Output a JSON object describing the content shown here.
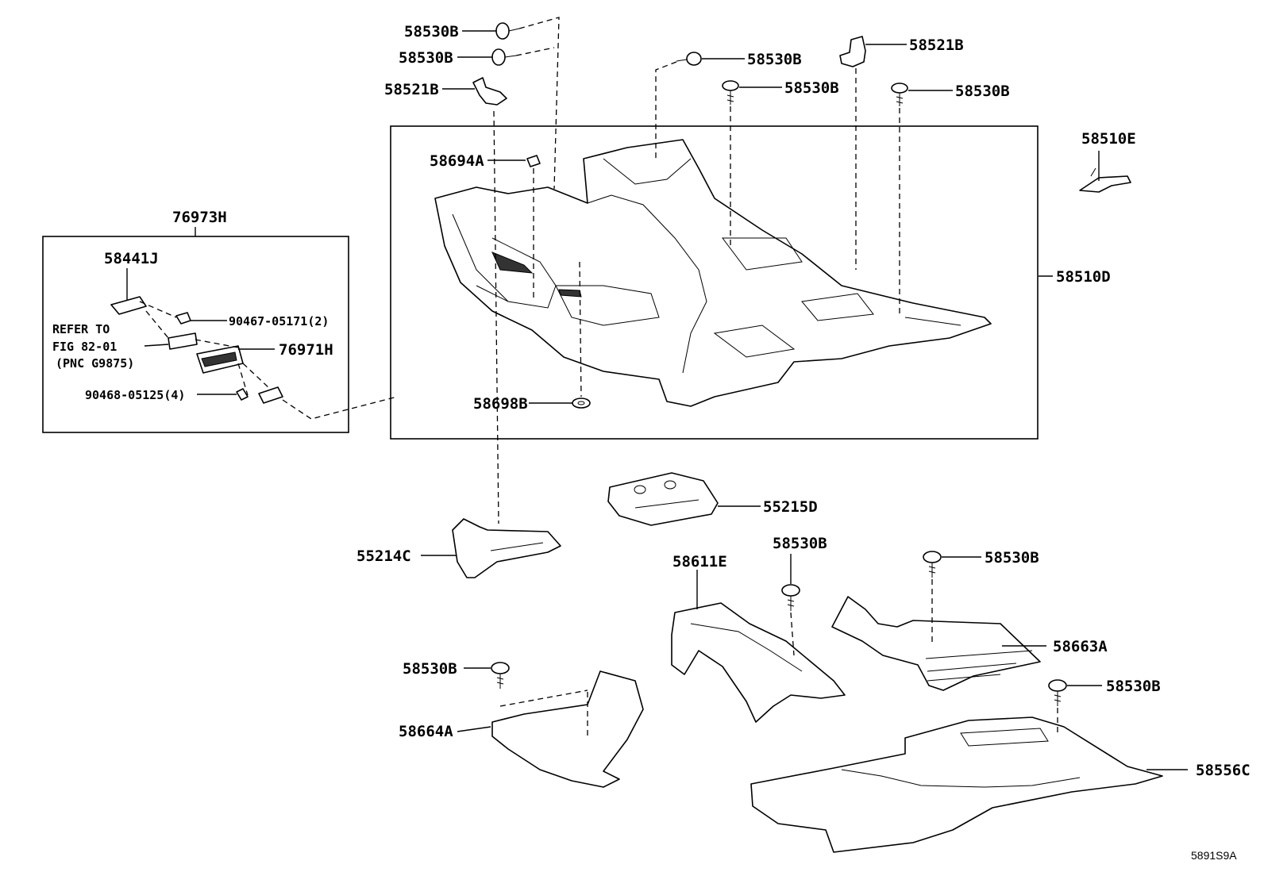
{
  "diagram_code": "5891S9A",
  "callouts": {
    "p58530B_1": "58530B",
    "p58530B_2": "58530B",
    "p58530B_3": "58530B",
    "p58530B_4": "58530B",
    "p58530B_5": "58530B",
    "p58530B_6": "58530B",
    "p58530B_7": "58530B",
    "p58530B_8": "58530B",
    "p58530B_9": "58530B",
    "p58521B_1": "58521B",
    "p58521B_2": "58521B",
    "p58694A": "58694A",
    "p58698B": "58698B",
    "p58510D": "58510D",
    "p58510E": "58510E",
    "p76973H": "76973H",
    "p58441J": "58441J",
    "p90467": "90467-05171(2)",
    "p76971H": "76971H",
    "p90468": "90468-05125(4)",
    "p55215D": "55215D",
    "p55214C": "55214C",
    "p58611E": "58611E",
    "p58663A": "58663A",
    "p58664A": "58664A",
    "p58556C": "58556C"
  },
  "reference_note": {
    "line1": "REFER TO",
    "line2": "FIG 82-01",
    "line3": "(PNC G9875)"
  }
}
